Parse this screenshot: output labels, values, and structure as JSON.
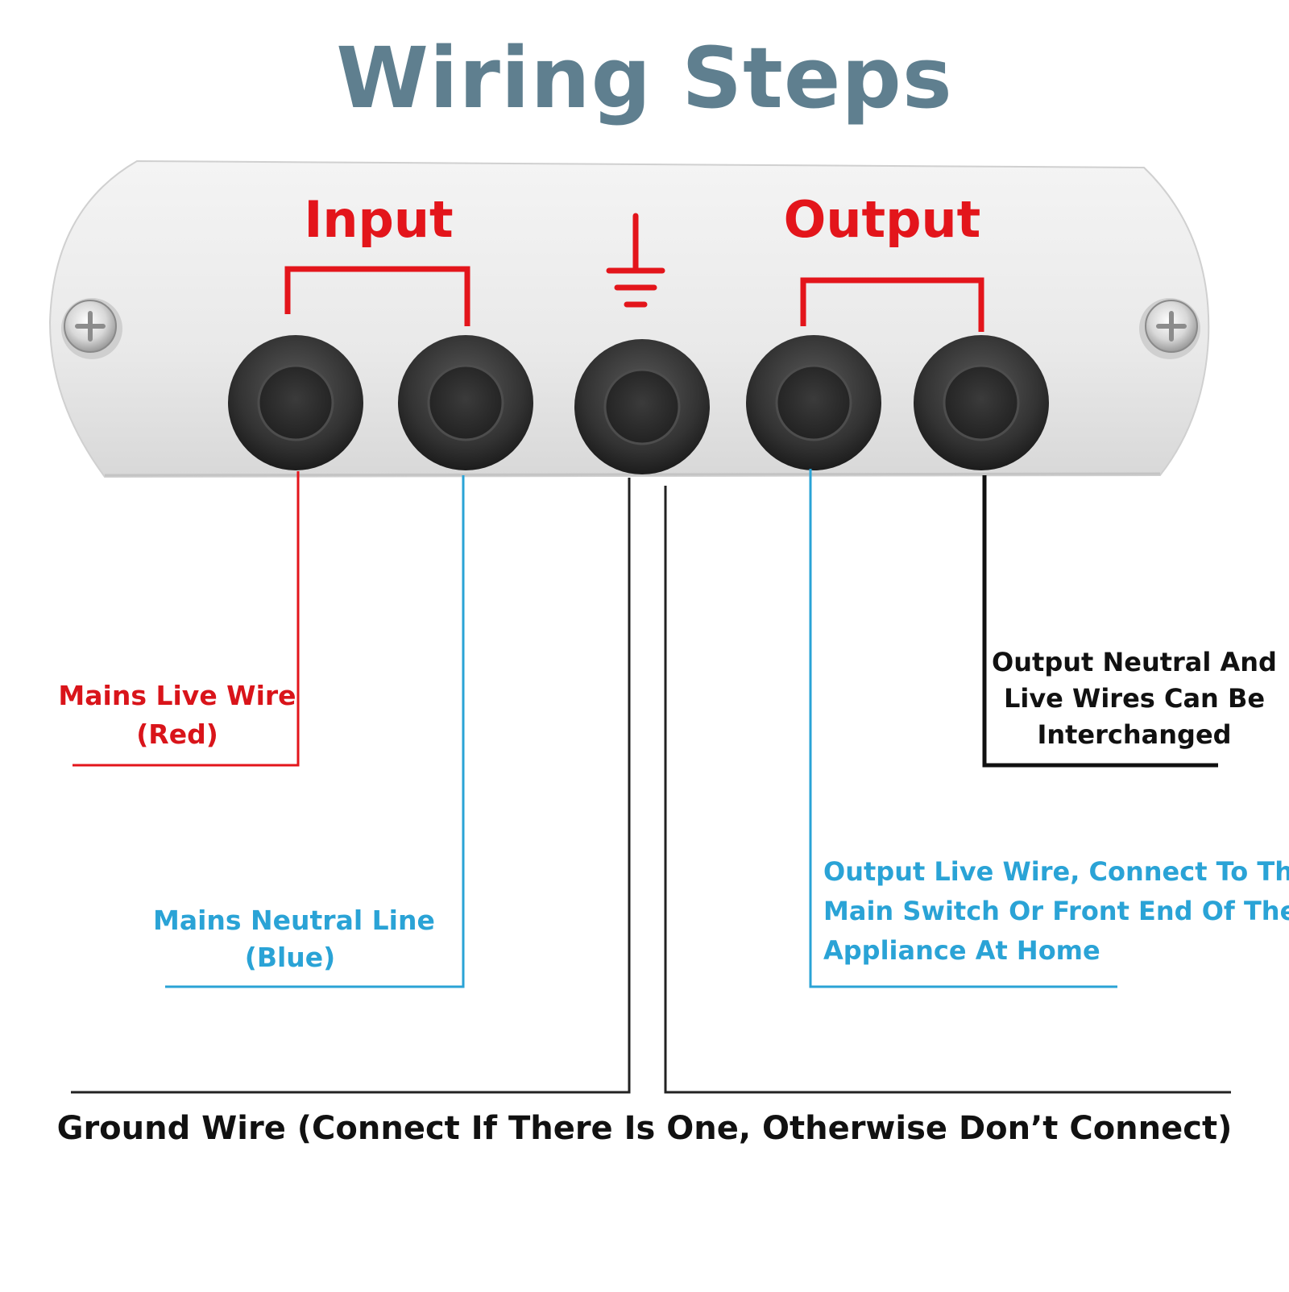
{
  "title": "Wiring Steps",
  "labels": {
    "input": "Input",
    "output": "Output",
    "mains_live_line1": "Mains Live Wire",
    "mains_live_line2": "(Red)",
    "mains_neutral_line1": "Mains Neutral Line",
    "mains_neutral_line2": "(Blue)",
    "output_live_line1": "Output Live Wire, Connect To The",
    "output_live_line2": "Main Switch Or Front End Of The",
    "output_live_line3": "Appliance At Home",
    "output_neutral_line1": "Output Neutral And",
    "output_neutral_line2": "Live Wires Can Be",
    "output_neutral_line3": "Interchanged",
    "ground": "Ground Wire (Connect If There Is One, Otherwise Don’t  Connect)"
  },
  "icons": [
    "ground-symbol-icon",
    "screw-icon"
  ],
  "colors": {
    "title": "#5f7f8f",
    "live": "#e3151b",
    "neutral": "#2aa3d6",
    "ground": "#111111",
    "panel": "#ececec",
    "terminal": "#3a3a3a"
  }
}
